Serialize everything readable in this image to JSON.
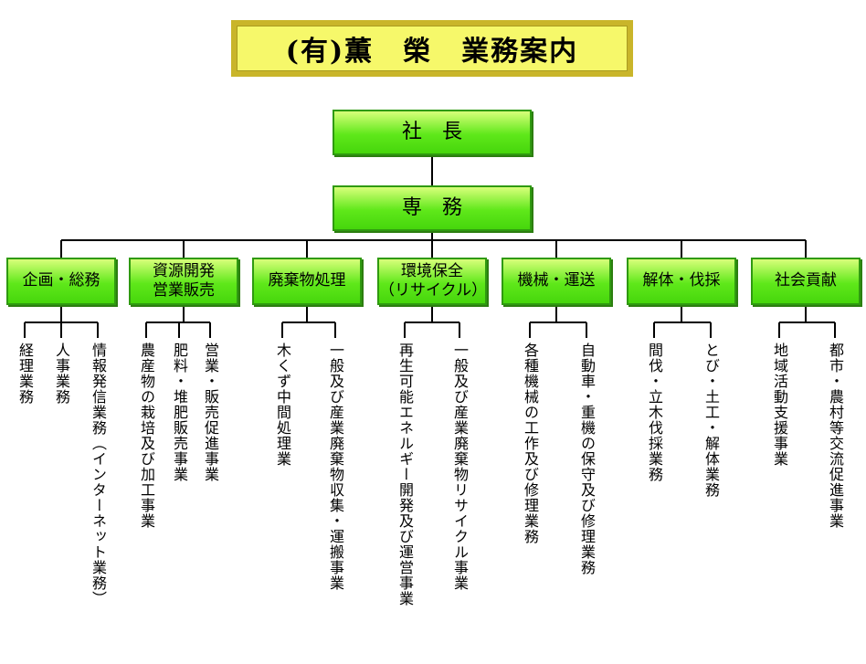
{
  "title": "(有)薫　榮　業務案内",
  "president": "社　長",
  "senior_director": "専　務",
  "departments": [
    {
      "lines": [
        "企画・総務"
      ],
      "duties": [
        "経理業務",
        "人事業務",
        "情報発信業務（インターネット業務）"
      ]
    },
    {
      "lines": [
        "資源開発",
        "営業販売"
      ],
      "duties": [
        "農産物の栽培及び加工事業",
        "肥料・堆肥販売事業",
        "営業・販売促進事業"
      ]
    },
    {
      "lines": [
        "廃棄物処理"
      ],
      "duties": [
        "木くず中間処理業",
        "一般及び産業廃棄物収集・運搬事業"
      ]
    },
    {
      "lines": [
        "環境保全",
        "（リサイクル）"
      ],
      "duties": [
        "再生可能エネルギー開発及び運営事業",
        "一般及び産業廃棄物リサイクル事業"
      ]
    },
    {
      "lines": [
        "機械・運送"
      ],
      "duties": [
        "各種機械の工作及び修理業務",
        "自動車・重機の保守及び修理業務"
      ]
    },
    {
      "lines": [
        "解体・伐採"
      ],
      "duties": [
        "間伐・立木伐採業務",
        "とび・土工・解体業務"
      ]
    },
    {
      "lines": [
        "社会貢献"
      ],
      "duties": [
        "地域活動支援事業",
        "都市・農村等交流促進事業"
      ]
    }
  ],
  "colors": {
    "box_fill": "#5fe81a",
    "box_border": "#2f9a10",
    "title_frame": "#c9b52a",
    "title_fill": "#f6f86a"
  }
}
